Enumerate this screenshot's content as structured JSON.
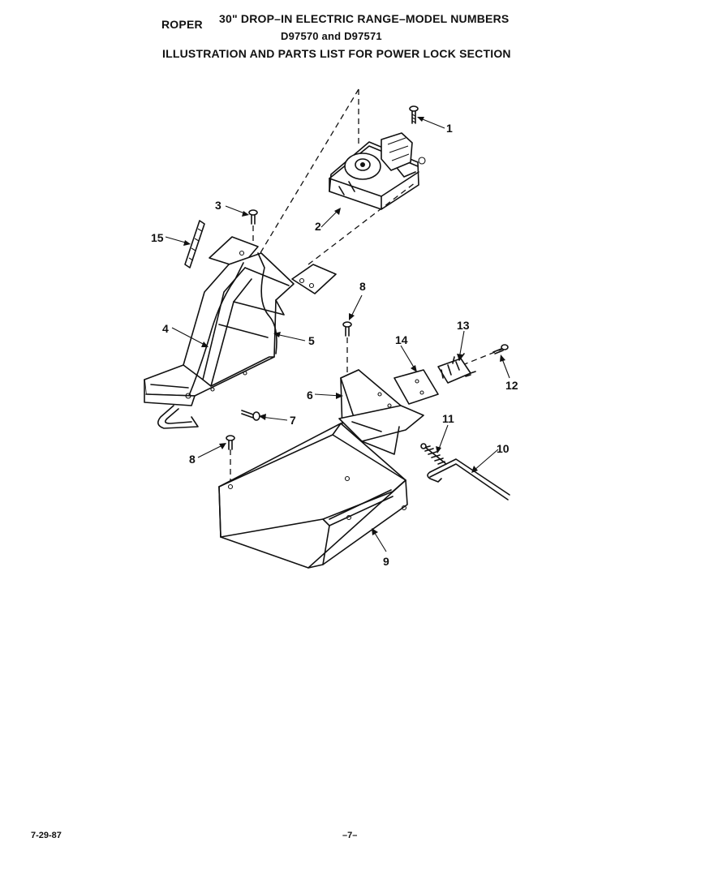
{
  "header": {
    "brand": "ROPER",
    "title": "30\" DROP–IN ELECTRIC RANGE–MODEL NUMBERS",
    "models": "D97570 and D97571",
    "subtitle": "ILLUSTRATION AND PARTS LIST FOR POWER LOCK SECTION"
  },
  "callouts": [
    "1",
    "2",
    "3",
    "4",
    "5",
    "6",
    "7",
    "8",
    "8",
    "9",
    "10",
    "11",
    "12",
    "13",
    "14",
    "15"
  ],
  "footer": {
    "date": "7-29-87",
    "page": "–7–"
  }
}
